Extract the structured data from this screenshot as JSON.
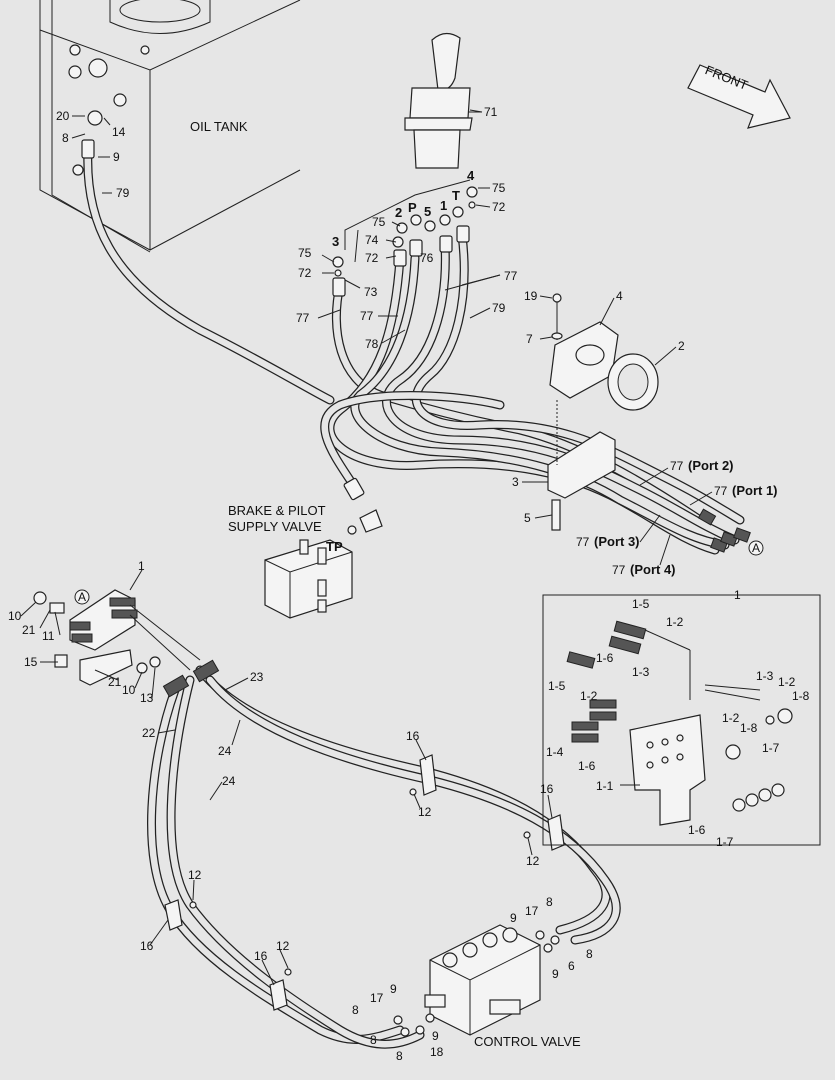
{
  "captions": {
    "oil_tank": "OIL TANK",
    "brake_valve_line1": "BRAKE & PILOT",
    "brake_valve_line2": "SUPPLY VALVE",
    "control_valve": "CONTROL VALVE",
    "front": "FRONT"
  },
  "port_letters": {
    "p3": "3",
    "p2": "2",
    "pP": "P",
    "p5": "5",
    "p1": "1",
    "p4": "4",
    "pT": "T",
    "tp": "TP"
  },
  "callouts": {
    "c71": "71",
    "c75a": "75",
    "c72a": "72",
    "c75b": "75",
    "c74": "74",
    "c72b": "72",
    "c76": "76",
    "c75c": "75",
    "c72c": "72",
    "c73": "73",
    "c77a": "77",
    "c77b": "77",
    "c78": "78",
    "c77c": "77",
    "c79a": "79",
    "c19": "19",
    "c7": "7",
    "c4": "4",
    "c2": "2",
    "c3": "3",
    "c5": "5",
    "c77p2": "77",
    "p2": "(Port 2)",
    "c77p1": "77",
    "p1": "(Port 1)",
    "c77p3": "77",
    "p3": "(Port 3)",
    "c77p4": "77",
    "p4": "(Port 4)",
    "cA1": "A",
    "cA2": "A",
    "c20": "20",
    "c8a": "8",
    "c14": "14",
    "c9a": "9",
    "c79b": "79",
    "c1a": "1",
    "c10a": "10",
    "c21a": "21",
    "c11": "11",
    "c15": "15",
    "c21b": "21",
    "c10b": "10",
    "c13": "13",
    "c23": "23",
    "c22": "22",
    "c24a": "24",
    "c24b": "24",
    "c16a": "16",
    "c12a": "12",
    "c16b": "16",
    "c12b": "12",
    "c12c": "12",
    "c16c": "16",
    "c16d": "16",
    "c12d": "12",
    "c17a": "17",
    "c8b": "8",
    "c9b": "9",
    "c6": "6",
    "c8c": "8",
    "c9c": "9",
    "c8d": "8",
    "c17b": "17",
    "c9d": "9",
    "c8e": "8",
    "c8f": "8",
    "c18": "18",
    "c9e": "9",
    "c1b": "1",
    "c15b": "1-5",
    "c12e": "1-2",
    "c16e": "1-6",
    "c13e": "1-3",
    "c15c": "1-5",
    "c12f": "1-2",
    "c13f": "1-3",
    "c12g": "1-2",
    "c18a": "1-8",
    "c12h": "1-2",
    "c18b": "1-8",
    "c14a": "1-4",
    "c16f": "1-6",
    "c17c": "1-7",
    "c11a": "1-1",
    "c16g": "1-6",
    "c17d": "1-7"
  }
}
